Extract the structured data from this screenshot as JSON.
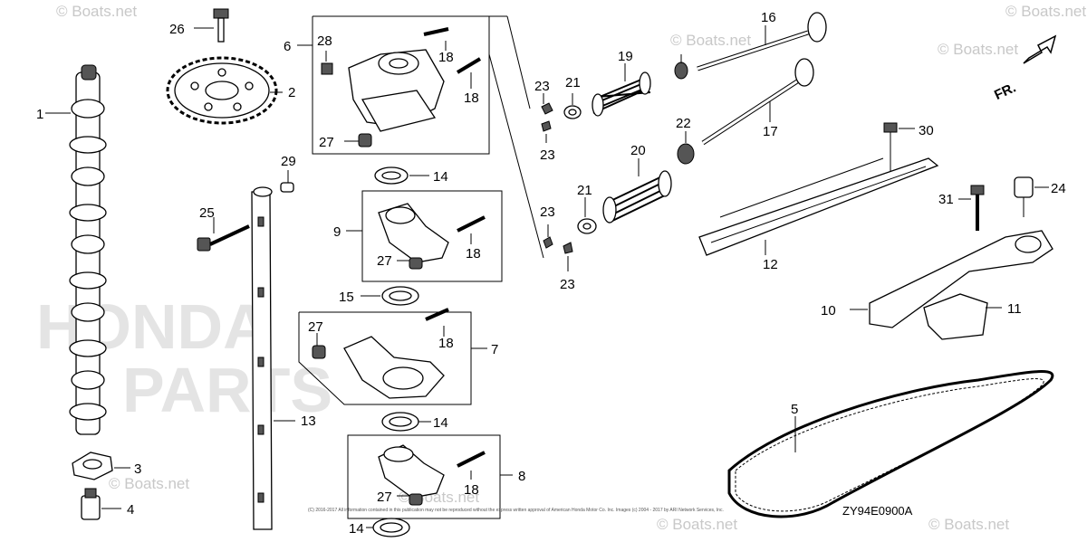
{
  "diagram": {
    "code": "ZY94E0900A",
    "fr_label": "FR.",
    "watermarks": [
      "© Boats.net",
      "© Boats.net",
      "© Boats.net",
      "© Boats.net",
      "© Boats.net",
      "© Boats.net",
      "© Boats.net",
      "© Boats.net"
    ],
    "background_watermark": [
      "HONDA",
      "PARTS"
    ],
    "copyright": "(C) 2016-2017 All information contained in this publication may not be reproduced without the express written approval of American Honda Motor Co. Inc. Images (c) 2004 - 2017 by ARI Network Services, Inc.",
    "callouts": [
      "1",
      "2",
      "3",
      "4",
      "5",
      "6",
      "7",
      "8",
      "9",
      "10",
      "11",
      "12",
      "13",
      "14",
      "14",
      "14",
      "15",
      "16",
      "17",
      "18",
      "18",
      "18",
      "18",
      "18",
      "19",
      "20",
      "21",
      "21",
      "22",
      "23",
      "23",
      "23",
      "23",
      "24",
      "25",
      "26",
      "27",
      "27",
      "27",
      "27",
      "28",
      "29",
      "30",
      "31"
    ]
  }
}
